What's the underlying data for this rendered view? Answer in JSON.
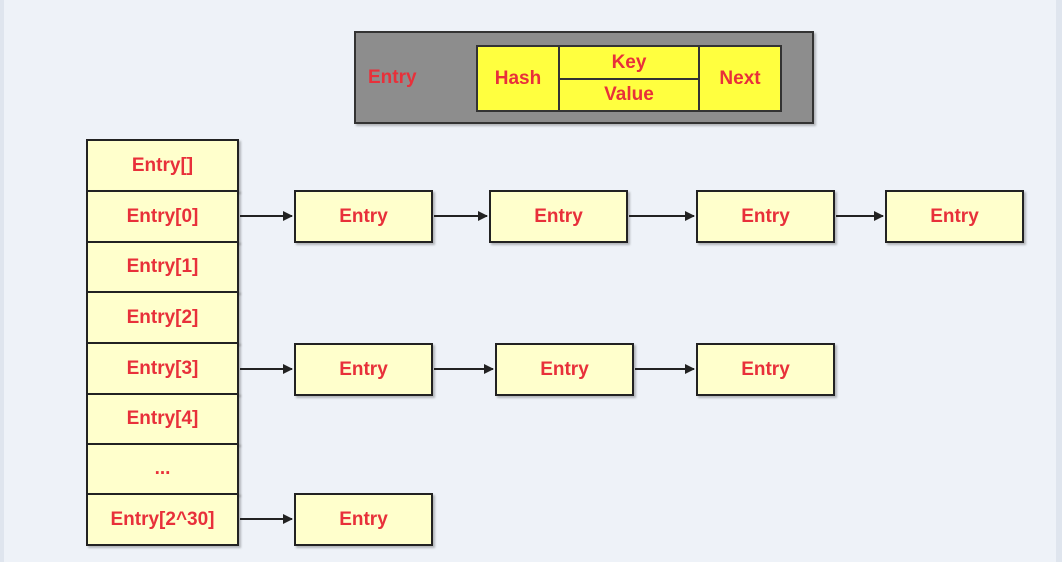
{
  "legend": {
    "label": "Entry",
    "hash": "Hash",
    "key": "Key",
    "value": "Value",
    "next": "Next"
  },
  "array": {
    "header": "Entry[]",
    "slots": [
      "Entry[0]",
      "Entry[1]",
      "Entry[2]",
      "Entry[3]",
      "Entry[4]",
      "...",
      "Entry[2^30]"
    ]
  },
  "chains": {
    "row0": [
      "Entry",
      "Entry",
      "Entry",
      "Entry"
    ],
    "row3": [
      "Entry",
      "Entry",
      "Entry"
    ],
    "row_last": [
      "Entry"
    ]
  },
  "colors": {
    "text": "#e8303a",
    "legend_bg": "#8d8d8d",
    "cell_yellow": "#ffff3f",
    "node_fill": "#ffffcc",
    "background": "#eef2f8"
  }
}
